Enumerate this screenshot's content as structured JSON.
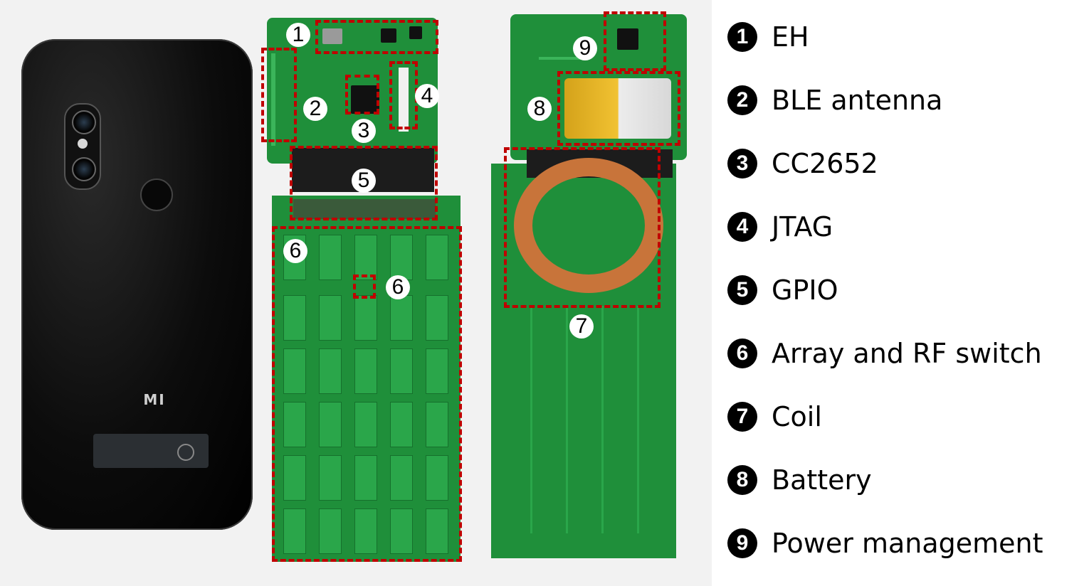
{
  "phone": {
    "logo": "MI"
  },
  "markers": [
    "1",
    "2",
    "3",
    "4",
    "5",
    "6",
    "6",
    "7",
    "8",
    "9"
  ],
  "legend": [
    {
      "num": "1",
      "label": "EH"
    },
    {
      "num": "2",
      "label": "BLE antenna"
    },
    {
      "num": "3",
      "label": "CC2652"
    },
    {
      "num": "4",
      "label": "JTAG"
    },
    {
      "num": "5",
      "label": "GPIO"
    },
    {
      "num": "6",
      "label": "Array and RF switch"
    },
    {
      "num": "7",
      "label": "Coil"
    },
    {
      "num": "8",
      "label": "Battery"
    },
    {
      "num": "9",
      "label": "Power management"
    }
  ],
  "colors": {
    "annotation": "#c00000",
    "pcb": "#1f8f3a",
    "coil": "#c8743a"
  }
}
